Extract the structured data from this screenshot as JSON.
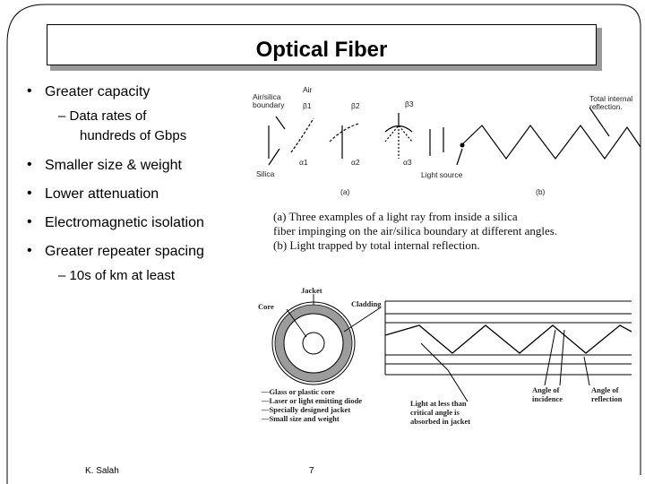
{
  "slide": {
    "title": "Optical Fiber",
    "bullets": [
      {
        "text": "Greater capacity"
      },
      {
        "text": "Smaller size & weight"
      },
      {
        "text": "Lower attenuation"
      },
      {
        "text": "Electromagnetic isolation"
      },
      {
        "text": "Greater repeater spacing"
      }
    ],
    "sub_bullets": {
      "capacity_line1": "– Data rates of",
      "capacity_line2": "hundreds of Gbps",
      "spacing": "– 10s of km at least"
    },
    "bullet_glyph": "•"
  },
  "figure_top": {
    "labels": {
      "air_silica_boundary_1": "Air/silica",
      "air_silica_boundary_2": "boundary",
      "air": "Air",
      "beta1": "β1",
      "beta2": "β2",
      "beta3": "β3",
      "silica": "Silica",
      "alpha1": "α1",
      "alpha2": "α2",
      "alpha3": "α3",
      "total_internal_1": "Total internal",
      "total_internal_2": "reflection.",
      "light_source": "Light source",
      "part_a": "(a)",
      "part_b": "(b)"
    },
    "caption": [
      "(a)  Three examples of a light ray from inside a silica",
      "fiber impinging on the air/silica boundary at different angles.",
      "(b) Light trapped by total internal reflection."
    ]
  },
  "figure_bottom": {
    "labels": {
      "jacket": "Jacket",
      "core": "Core",
      "cladding": "Cladding",
      "legend_1": "—Glass or plastic core",
      "legend_2": "—Laser or light emitting diode",
      "legend_3": "—Specially designed jacket",
      "legend_4": "—Small size and weight",
      "light_less_1": "Light at less than",
      "light_less_2": "critical angle is",
      "light_less_3": "absorbed in jacket",
      "angle_inc_1": "Angle of",
      "angle_inc_2": "incidence",
      "angle_ref_1": "Angle of",
      "angle_ref_2": "reflection"
    }
  },
  "footer": {
    "author": "K. Salah",
    "page": "7"
  }
}
